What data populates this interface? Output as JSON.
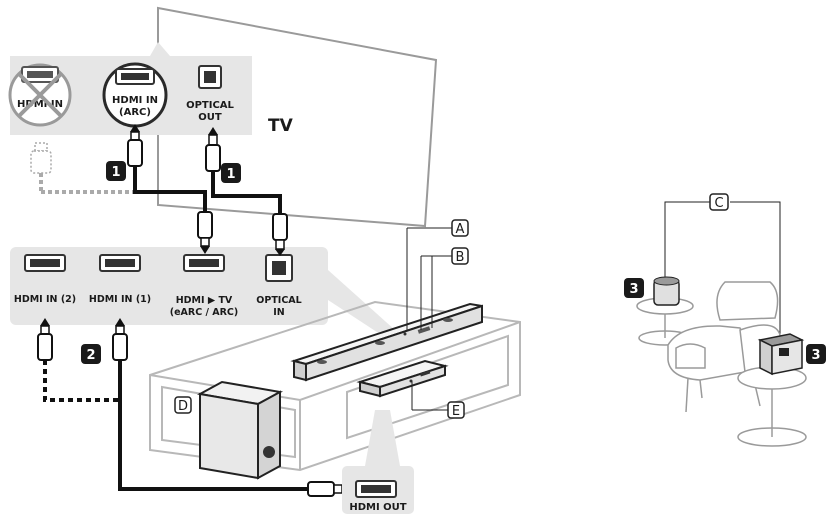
{
  "tv": {
    "label": "TV",
    "ports": {
      "hdmi_in": "HDMI IN",
      "hdmi_in_arc_1": "HDMI IN",
      "hdmi_in_arc_2": "(ARC)",
      "optical_out_1": "OPTICAL",
      "optical_out_2": "OUT"
    }
  },
  "soundbar_panel": {
    "hdmi_in_2": "HDMI IN (2)",
    "hdmi_in_1": "HDMI IN (1)",
    "hdmi_tv_1": "HDMI ▶ TV",
    "hdmi_tv_2": "(eARC / ARC)",
    "optical_in_1": "OPTICAL",
    "optical_in_2": "IN"
  },
  "source": {
    "hdmi_out": "HDMI OUT"
  },
  "steps": {
    "one": "1",
    "two": "2",
    "three": "3"
  },
  "callouts": {
    "a": "A",
    "b": "B",
    "c": "C",
    "d": "D",
    "e": "E"
  }
}
